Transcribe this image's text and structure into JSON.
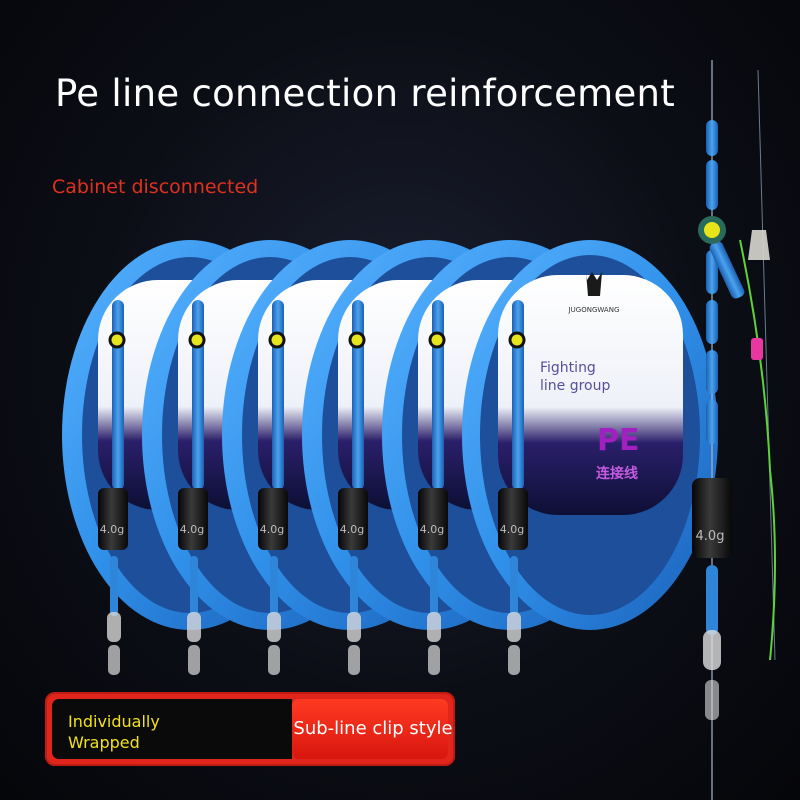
{
  "headline": "Pe line connection reinforcement",
  "subtitle": "Cabinet disconnected",
  "package": {
    "brand": "JUGONGWANG",
    "label_line1": "Fighting",
    "label_line2": "line group",
    "pe_mark": "PE",
    "cn_text": "连接线"
  },
  "weight_label": "4.0g",
  "badge": {
    "left_line1": "Individually",
    "left_line2": "Wrapped",
    "right": "Sub-line clip style"
  },
  "colors": {
    "spool_blue": "#2f8fe8",
    "float_blue": "#2f86d8",
    "badge_red": "#e0261c",
    "badge_yellow": "#f3e21a",
    "subtitle_red": "#e0301e"
  }
}
